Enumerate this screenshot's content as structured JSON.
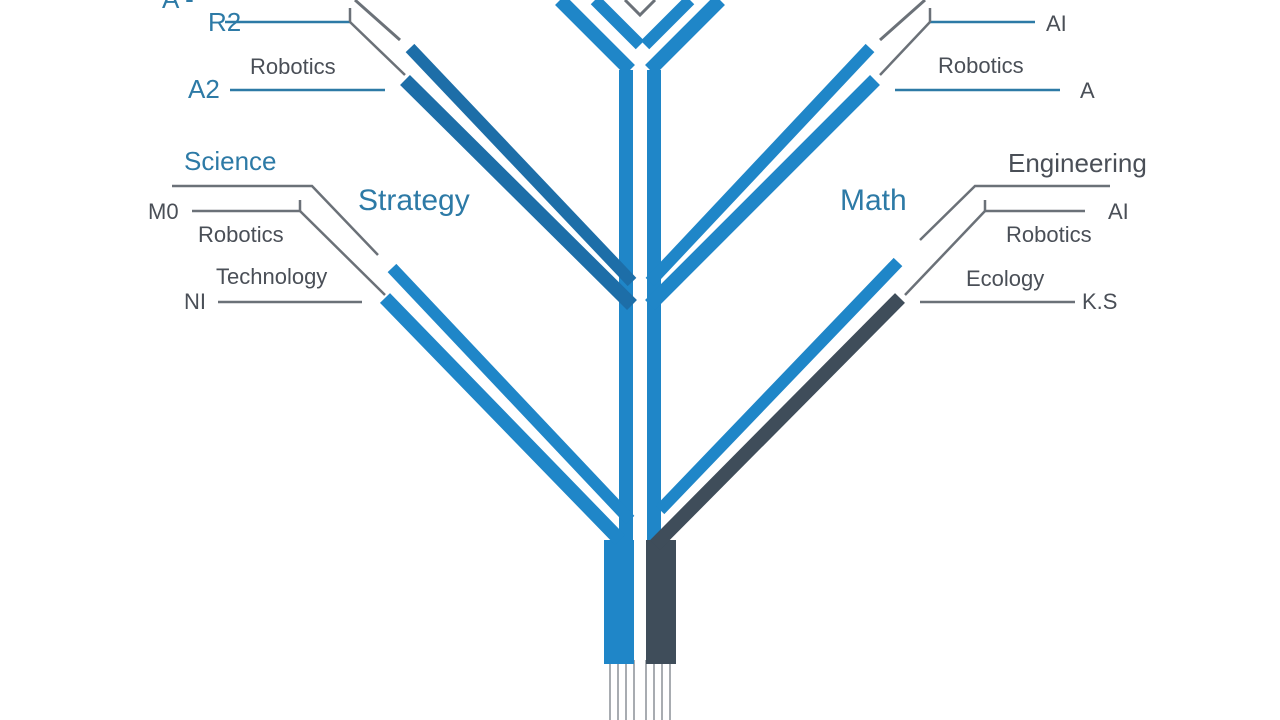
{
  "colors": {
    "blue": "#1f86c8",
    "dark_blue": "#1d6ea8",
    "slate": "#3f4d5a",
    "label_blue": "#2d7aa6",
    "label_gray": "#4a4f57",
    "line_gray": "#6b7178"
  },
  "labels": {
    "left": {
      "top_clipped": "A -",
      "r2": "R2",
      "robotics_top": "Robotics",
      "a2": "A2",
      "science": "Science",
      "strategy": "Strategy",
      "mg": "M0",
      "robotics_mid": "Robotics",
      "technology": "Technology",
      "nl": "NI"
    },
    "right": {
      "ai_top": "AI",
      "robotics_top": "Robotics",
      "a_top": "A",
      "engineering": "Engineering",
      "math": "Math",
      "ai_mid": "AI",
      "robotics_mid": "Robotics",
      "ecology": "Ecology",
      "ks": "K.S"
    }
  }
}
